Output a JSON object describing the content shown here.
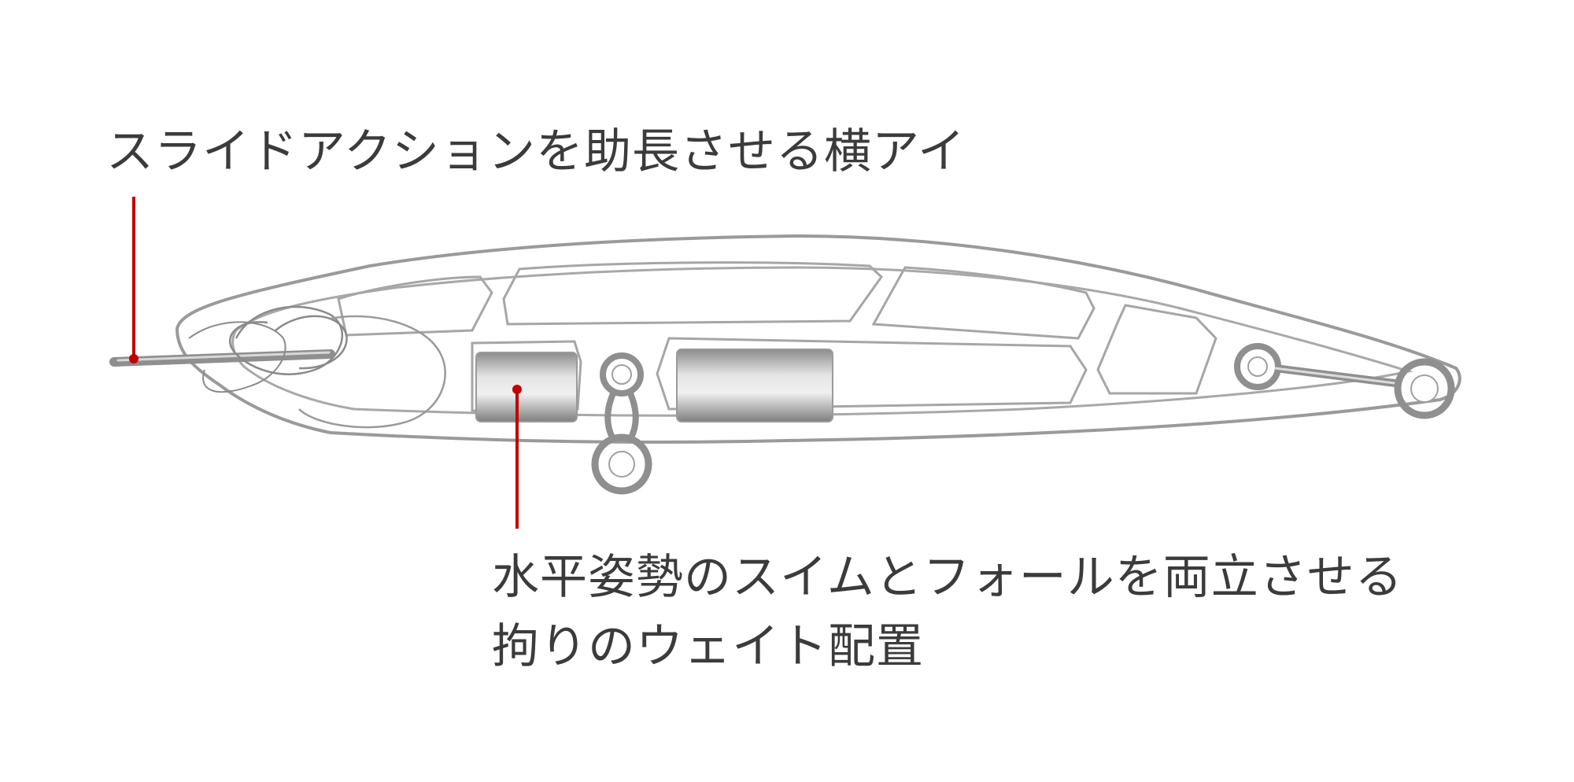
{
  "callouts": {
    "eye": {
      "text": "スライドアクションを助長させる横アイ"
    },
    "weight": {
      "line1": "水平姿勢のスイムとフォールを両立させる",
      "line2": "拘りのウェイト配置"
    }
  },
  "colors": {
    "outline": "#9a9a9a",
    "callout_line": "#c00000",
    "text": "#3b3b3b",
    "weight_light": "#e6e6e6",
    "weight_dark": "#8a8a8a"
  }
}
